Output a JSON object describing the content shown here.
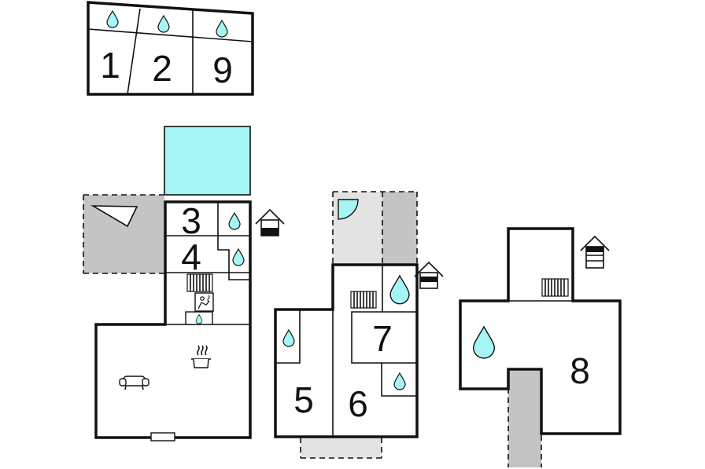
{
  "colors": {
    "water": "#a6f5f5",
    "drop": "#a6f5f5",
    "terrace": "#c4c4c4",
    "terrace_light": "#e3e3e3",
    "wall": "#111111",
    "background": "#ffffff"
  },
  "rooms": {
    "r1": "1",
    "r2": "2",
    "r9": "9",
    "r3": "3",
    "r4": "4",
    "r5": "5",
    "r6": "6",
    "r7": "7",
    "r8": "8"
  },
  "icons": [
    "water-drop-icon",
    "staircase-icon",
    "house-level-icon",
    "sauna-icon",
    "sofa-icon",
    "cooking-pot-icon",
    "shower-icon"
  ]
}
